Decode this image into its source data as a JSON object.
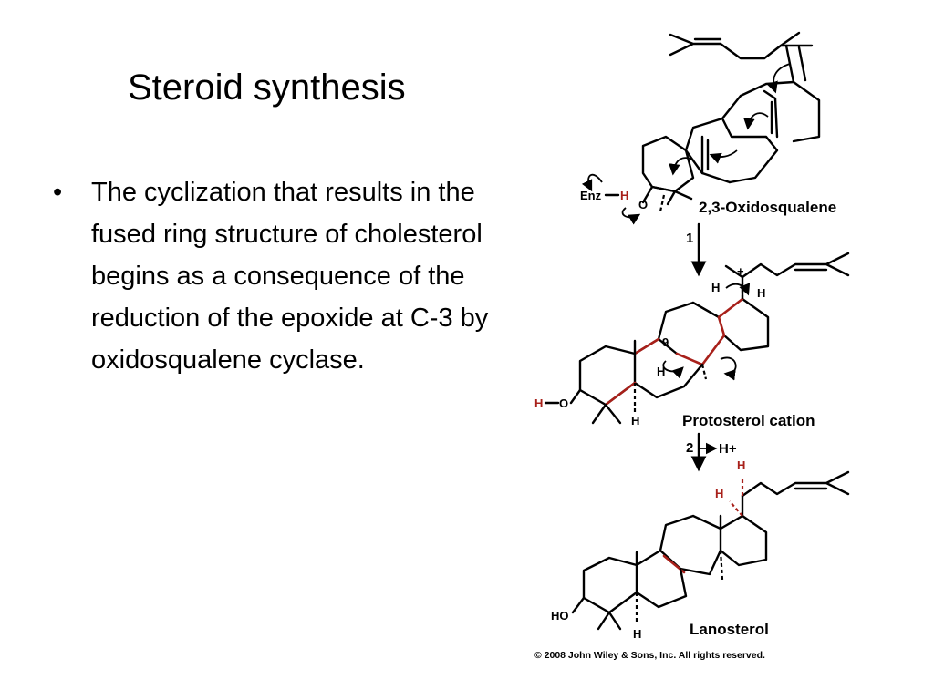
{
  "slide": {
    "title": "Steroid synthesis",
    "bullets": [
      "The cyclization that results in the fused ring structure of cholesterol begins as a consequence of the reduction of the epoxide at C-3 by oxidosqualene cyclase."
    ],
    "bullet_marker": "•"
  },
  "scheme": {
    "compounds": {
      "oxidosqualene": "2,3-Oxidosqualene",
      "protosterol": "Protosterol cation",
      "lanosterol": "Lanosterol"
    },
    "steps": {
      "step1": "1",
      "step2": "2",
      "step2_product": "H+"
    },
    "atoms": {
      "enz": "Enz",
      "h": "H",
      "o": "O",
      "ho": "HO",
      "nine": "9",
      "plus": "+"
    },
    "copyright": "© 2008 John Wiley & Sons, Inc. All rights reserved."
  },
  "colors": {
    "text": "#000000",
    "highlight": "#a8201a",
    "background": "#ffffff"
  }
}
